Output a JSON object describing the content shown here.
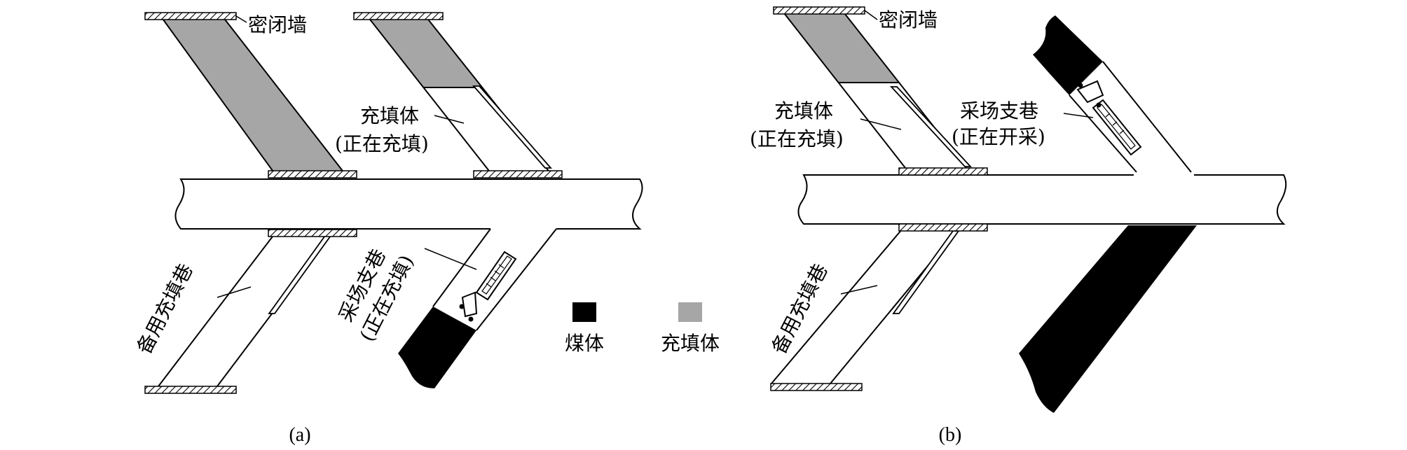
{
  "colors": {
    "coal": "#000000",
    "fill_body": "#a6a6a6",
    "line": "#000000",
    "background": "#ffffff"
  },
  "panel_a": {
    "caption": "(a)",
    "labels": {
      "seal_wall": "密闭墙",
      "fill_body_line1": "充填体",
      "fill_body_line2": "(正在充填)",
      "reserve_roadway": "备用充填巷",
      "branch_line1": "采场支巷",
      "branch_line2": "(正在充填)"
    }
  },
  "panel_b": {
    "caption": "(b)",
    "labels": {
      "seal_wall": "密闭墙",
      "fill_body_line1": "充填体",
      "fill_body_line2": "(正在充填)",
      "branch_line1": "采场支巷",
      "branch_line2": "(正在开采)",
      "reserve_roadway": "备用充填巷"
    }
  },
  "legend": {
    "items": [
      {
        "label": "煤体",
        "swatch": "coal-swatch"
      },
      {
        "label": "充填体",
        "swatch": "fill-swatch"
      }
    ]
  }
}
